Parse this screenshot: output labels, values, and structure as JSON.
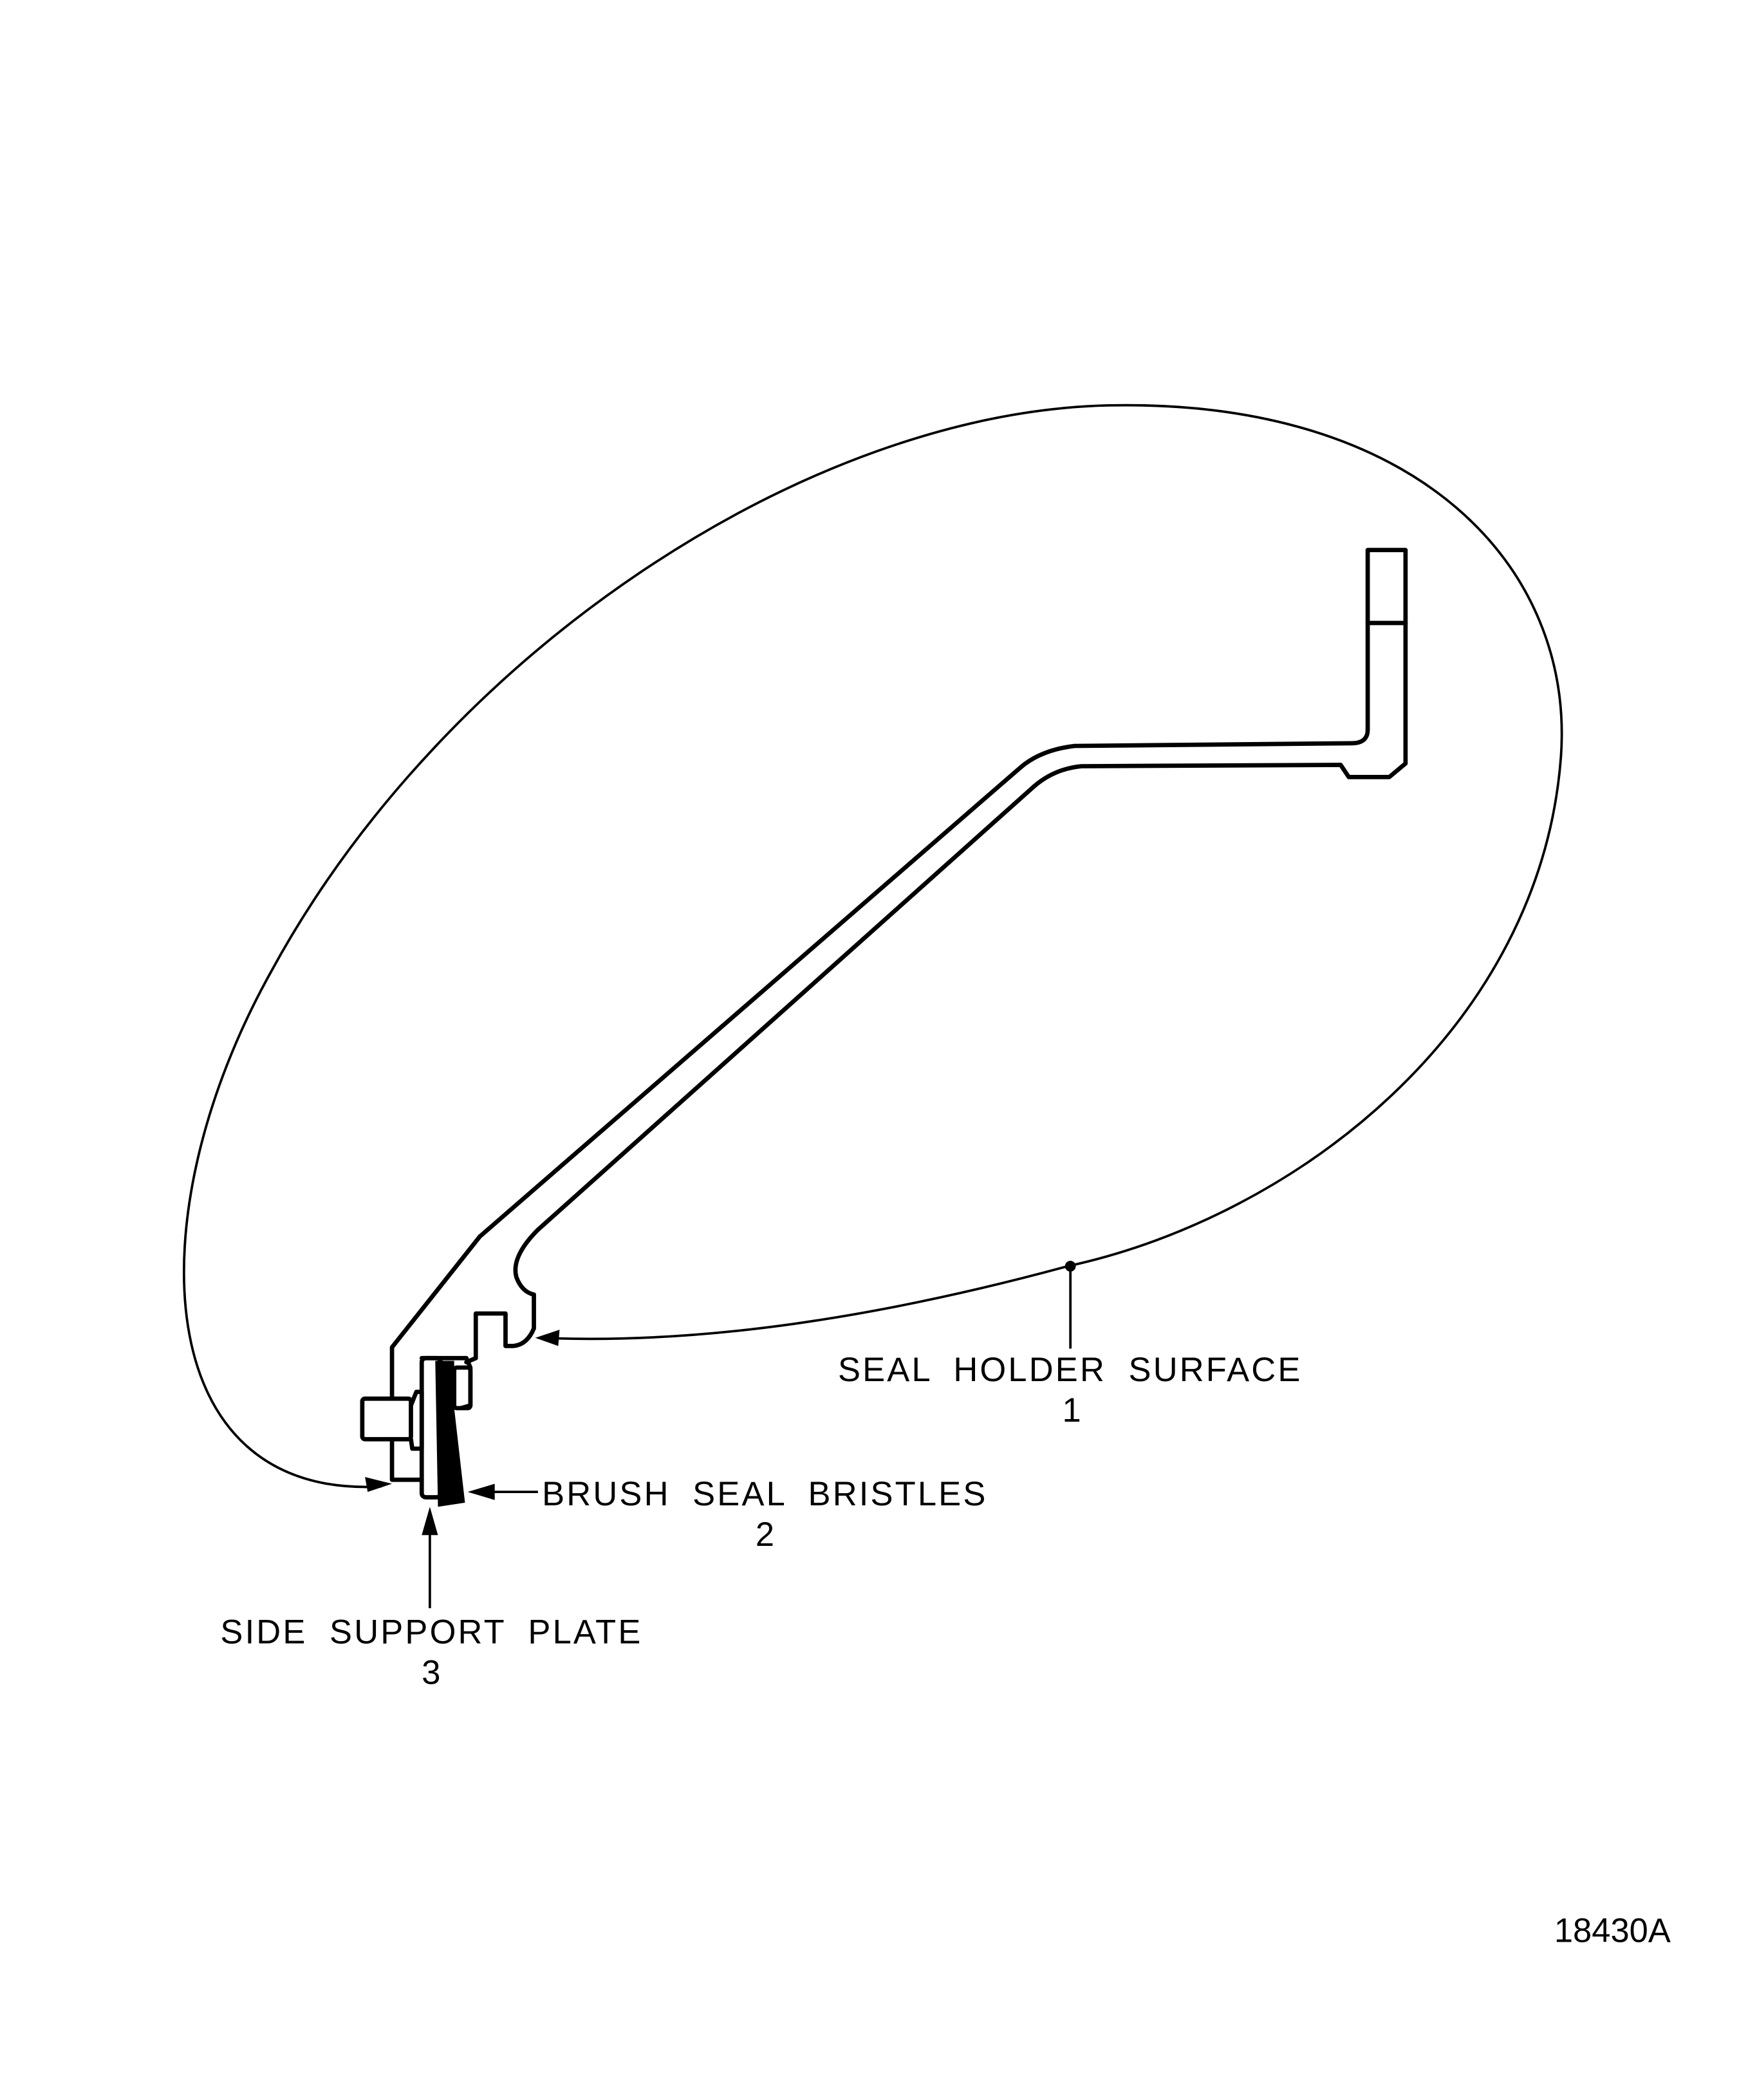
{
  "callouts": [
    {
      "label": "SEAL HOLDER SURFACE",
      "number": "1"
    },
    {
      "label": "BRUSH SEAL BRISTLES",
      "number": "2"
    },
    {
      "label": "SIDE SUPPORT PLATE",
      "number": "3"
    }
  ],
  "figure_id": "18430A"
}
